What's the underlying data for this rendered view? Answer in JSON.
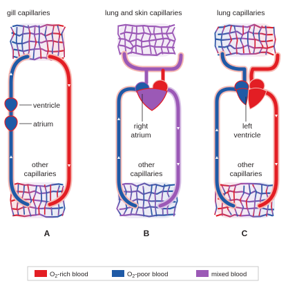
{
  "panels": [
    {
      "letter": "A",
      "top_label": "gill capillaries",
      "bottom_label_line1": "other",
      "bottom_label_line2": "capillaries",
      "callouts": {
        "ventricle": "ventricle",
        "atrium": "atrium"
      }
    },
    {
      "letter": "B",
      "top_label": "lung and skin capillaries",
      "bottom_label_line1": "other",
      "bottom_label_line2": "capillaries",
      "callouts": {
        "line1": "right",
        "line2": "atrium"
      }
    },
    {
      "letter": "C",
      "top_label": "lung capillaries",
      "bottom_label_line1": "other",
      "bottom_label_line2": "capillaries",
      "callouts": {
        "line1": "left",
        "line2": "ventricle"
      }
    }
  ],
  "legend": {
    "items": [
      {
        "prefix": "O",
        "sub": "2",
        "suffix": "-rich blood",
        "color": "#e31e24"
      },
      {
        "prefix": "O",
        "sub": "2",
        "suffix": "-poor blood",
        "color": "#1f5aa6"
      },
      {
        "prefix": "",
        "sub": "",
        "suffix": "mixed blood",
        "color": "#9b59b6"
      }
    ]
  },
  "colors": {
    "oxygen_rich": "#e31e24",
    "oxygen_poor": "#1f5aa6",
    "mixed": "#9b59b6",
    "vessel_glow": "#f6b9b3"
  }
}
